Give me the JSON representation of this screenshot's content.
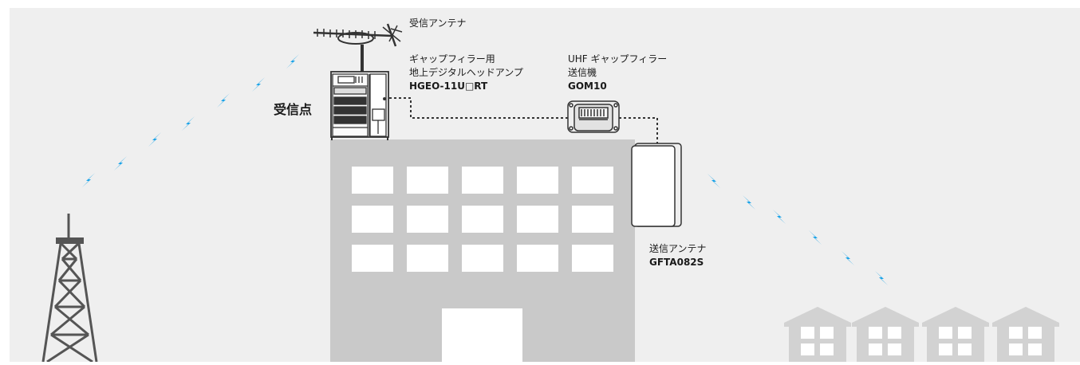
{
  "colors": {
    "background": "#efefef",
    "building": "#c9c9c9",
    "window": "#ffffff",
    "house": "#d2d2d2",
    "tower": "#555555",
    "wave": "#1aa3e8",
    "equipment_outline": "#333333",
    "cable": "#333333"
  },
  "labels": {
    "receive_antenna": "受信アンテナ",
    "headend_line1": "ギャップフィラー用",
    "headend_line2": "地上デジタルヘッドアンプ",
    "headend_model": "HGEO-11U□RT",
    "transmitter_line1": "UHF ギャップフィラー",
    "transmitter_line2": "送信機",
    "transmitter_model": "GOM10",
    "receive_point": "受信点",
    "tx_antenna_line1": "送信アンテナ",
    "tx_antenna_model": "GFTA082S"
  },
  "icons": {
    "broadcast_tower": "broadcast-tower-icon",
    "yagi_antenna": "yagi-antenna-icon",
    "headend_rack": "headend-rack-icon",
    "transmitter_unit": "transmitter-icon",
    "panel_antenna": "panel-antenna-icon",
    "radio_wave": "radio-wave-icon",
    "house": "house-icon"
  }
}
